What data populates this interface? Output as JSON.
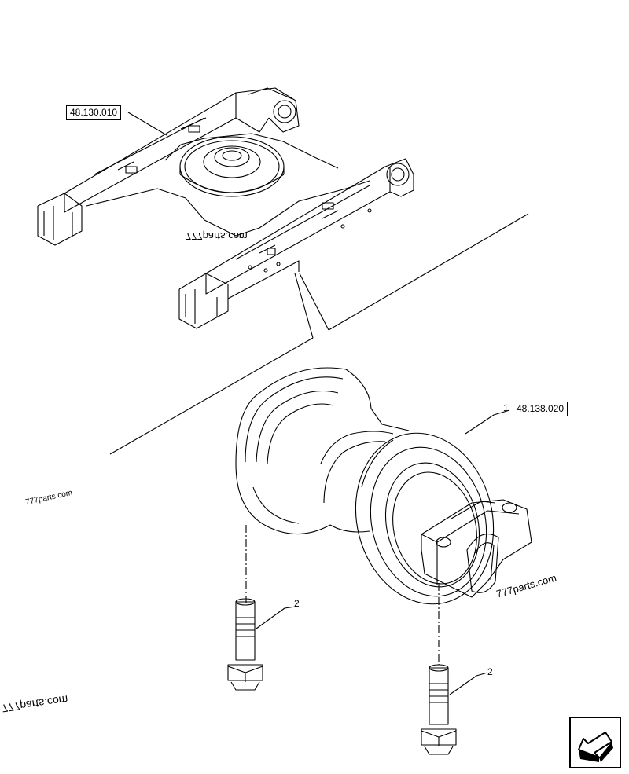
{
  "references": {
    "frame_ref": "48.130.010",
    "roller_ref": "48.138.020"
  },
  "callouts": {
    "roller_item": "1",
    "bolt_left_item": "2",
    "bolt_right_item": "2"
  },
  "watermarks": {
    "top_mirrored": "777parts.com",
    "left_middle": "777parts.com",
    "right_middle": "777parts.com",
    "bottom_left_mirrored": "777parts.com"
  },
  "nav": {
    "icon": "arrow-down-left-icon"
  }
}
